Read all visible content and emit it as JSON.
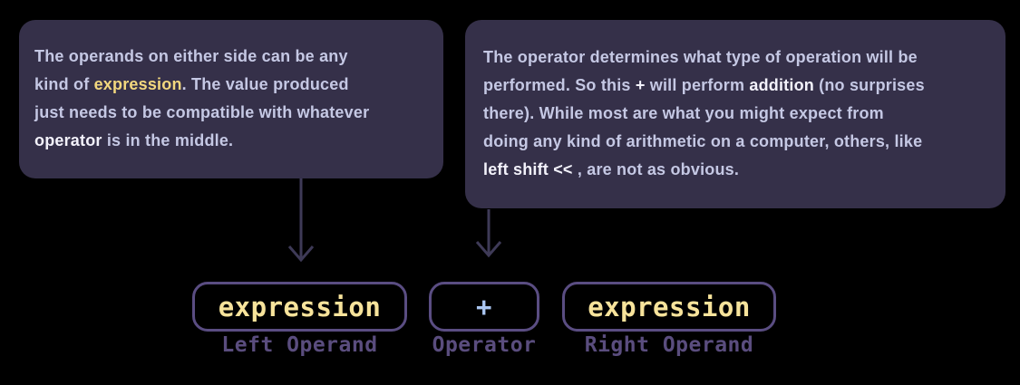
{
  "canvas": {
    "background": "#000000"
  },
  "callouts": {
    "left": {
      "segments": [
        {
          "text": "The operands on either side can be any\nkind of ",
          "style": "normal"
        },
        {
          "text": "expression",
          "style": "yellow"
        },
        {
          "text": ". The value produced\njust needs to be compatible with whatever\n",
          "style": "normal"
        },
        {
          "text": "operator",
          "style": "bold"
        },
        {
          "text": " is in the middle.",
          "style": "normal"
        }
      ]
    },
    "right": {
      "segments": [
        {
          "text": "The operator determines what type of operation will be\nperformed. So this ",
          "style": "normal"
        },
        {
          "text": "+",
          "style": "bold"
        },
        {
          "text": " will perform ",
          "style": "normal"
        },
        {
          "text": "addition",
          "style": "bold"
        },
        {
          "text": " (no surprises\nthere). While most are what you might expect from\ndoing any kind of arithmetic on a computer, others, like\n",
          "style": "normal"
        },
        {
          "text": "left shift <<",
          "style": "bold"
        },
        {
          "text": " , are not as obvious.",
          "style": "normal"
        }
      ]
    }
  },
  "tokens": {
    "left": {
      "value": "expression",
      "label": "Left Operand"
    },
    "operator": {
      "value": "+",
      "label": "Operator"
    },
    "right": {
      "value": "expression",
      "label": "Right Operand"
    }
  },
  "colors": {
    "callout_background": "#353049",
    "body_text": "#c5c8e4",
    "highlight_yellow": "#f3d87e",
    "highlight_white": "#f3f2fb",
    "token_border": "#5a4d82",
    "token_text_yellow": "#f7e39b",
    "operator_blue": "#aac6f2",
    "label_purple": "#5a4d7e",
    "arrow": "#3e3a57"
  }
}
